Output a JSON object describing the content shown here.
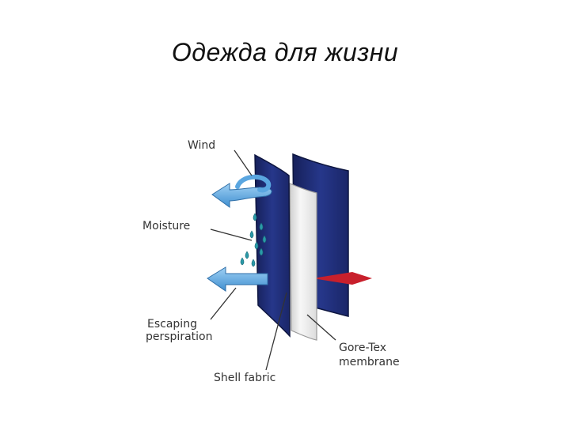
{
  "title": "Одежда для жизни",
  "labels": {
    "wind": "Wind",
    "moisture": "Moisture",
    "escaping_line1": "Escaping",
    "escaping_line2": "perspiration",
    "shell_fabric": "Shell fabric",
    "goretex_line1": "Gore-Tex",
    "goretex_line2": "membrane"
  },
  "colors": {
    "shell": "#1f2f7a",
    "shell_dark": "#16205a",
    "membrane": "#f2f2f2",
    "arrow_blue": "#5aa6e0",
    "droplet": "#2a9aa8",
    "heat_arrow": "#c8202c"
  }
}
